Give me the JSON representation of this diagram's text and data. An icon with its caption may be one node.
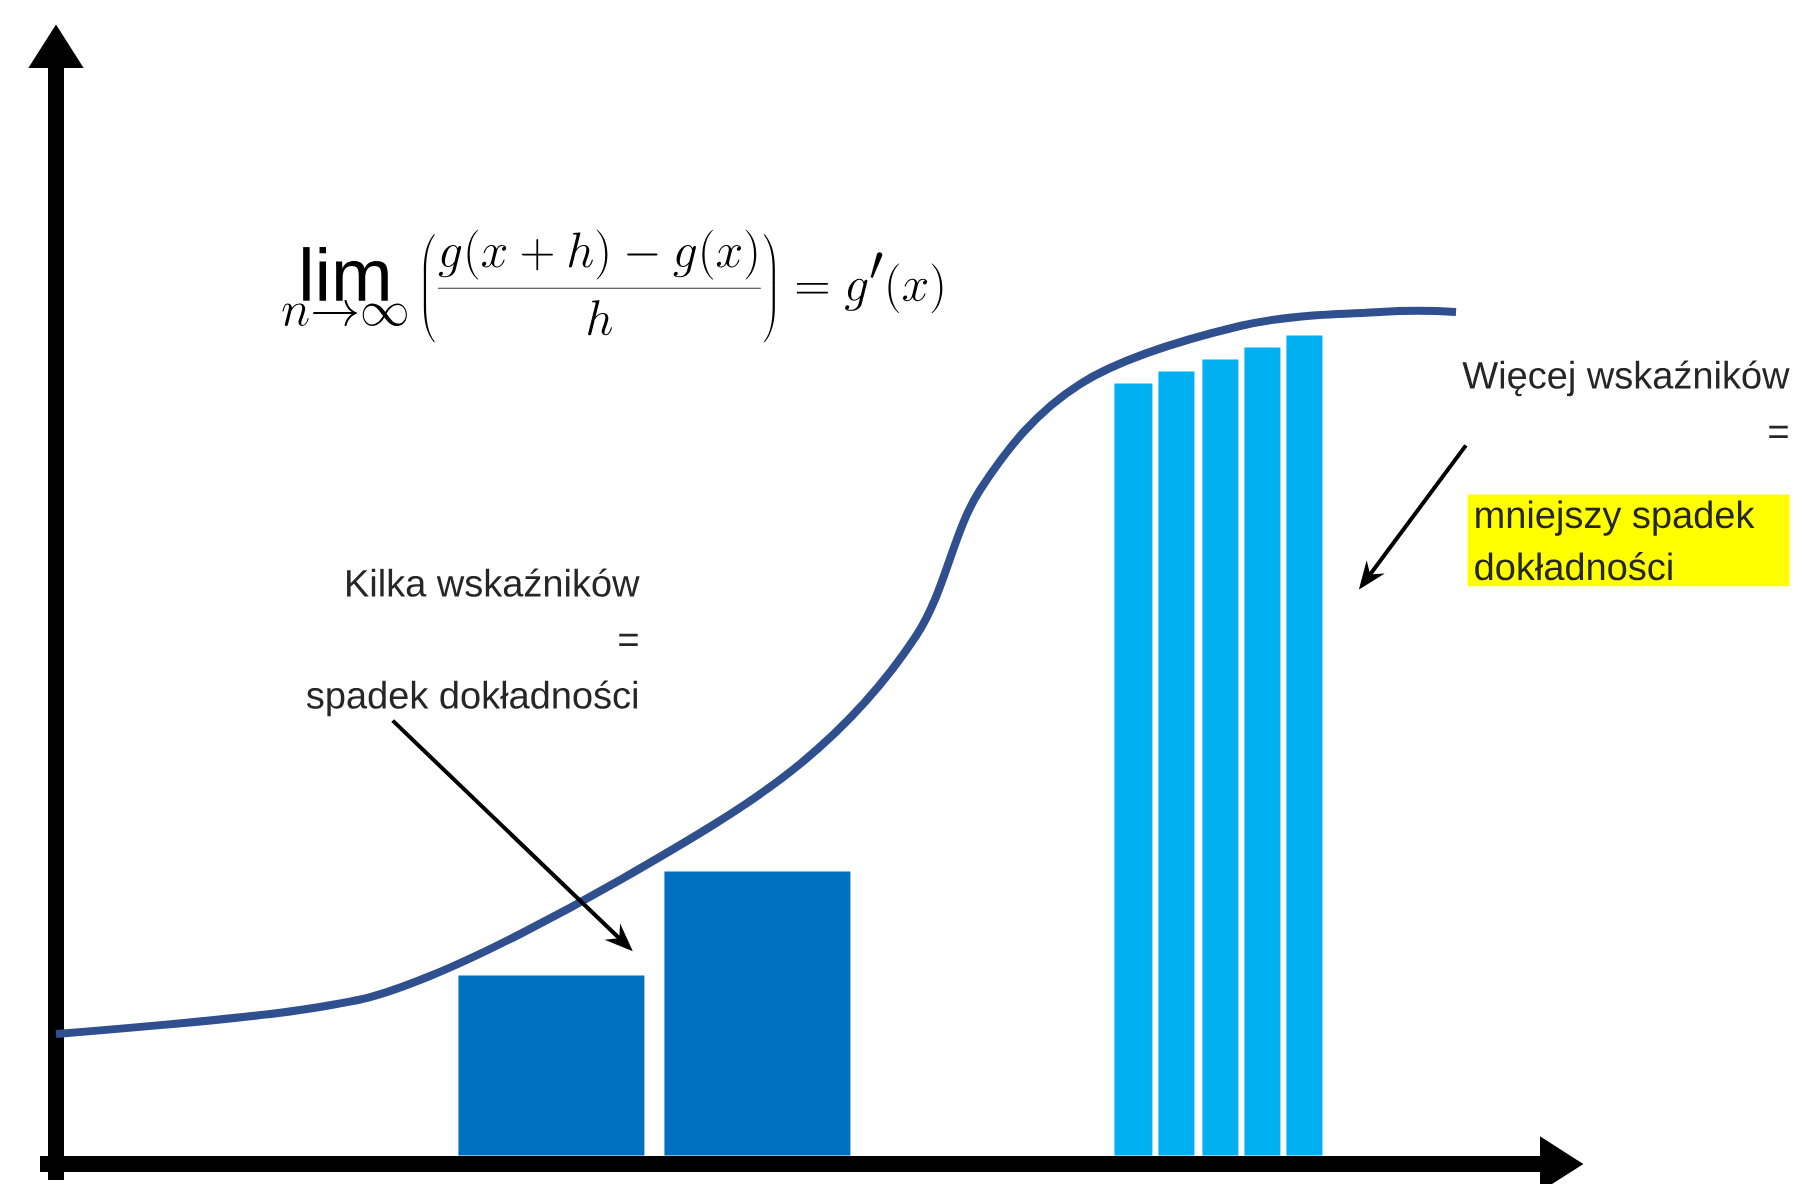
{
  "diagram": {
    "nodes": [
      {
        "text": [
          "Więcej wskaźników",
          "=",
          "mniejszy spadek dokładności"
        ]
      },
      {
        "text": [
          "Kilka wskaźników",
          "=",
          "spadek dokładności"
        ]
      },
      {
        "text": [],
        "shape": "bar"
      },
      {
        "text": [],
        "shape": "bar"
      },
      {
        "text": [],
        "shape": "bar"
      },
      {
        "text": [],
        "shape": "bar"
      },
      {
        "text": [],
        "shape": "bar"
      },
      {
        "text": [],
        "shape": "bar"
      },
      {
        "text": [],
        "shape": "bar"
      }
    ],
    "edges": [
      {
        "from": 1,
        "to": 2,
        "arrow": "to"
      },
      {
        "from": 0,
        "to": 8,
        "arrow": "to"
      }
    ],
    "labels": [
      "\\lim_{n\\to\\infty}\\left(\\frac{g(x+h)-g(x)}{h}\\right)=g'(x)"
    ]
  }
}
